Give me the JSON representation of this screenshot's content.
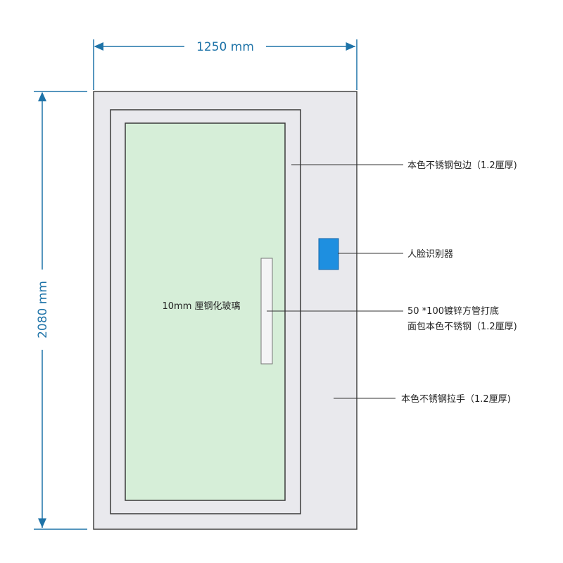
{
  "dimensions": {
    "width_label": "1250 mm",
    "height_label": "2080 mm"
  },
  "glass_label": "10mm 厘钢化玻璃",
  "callouts": {
    "trim": "本色不锈钢包边（1.2厘厚)",
    "face_recognition": "人脸识别器",
    "frame_line1": "50  *100镀锌方管打底",
    "frame_line2": "面包本色不锈钢（1.2厘厚)",
    "handle": "本色不锈钢拉手（1.2厘厚)"
  },
  "colors": {
    "dimension": "#1e73a8",
    "door_panel": "#e9e9ed",
    "outline": "#3a3a3a",
    "glass": "#d6eed8",
    "reader": "#1e8fe0",
    "handle": "#f4f4f6"
  }
}
